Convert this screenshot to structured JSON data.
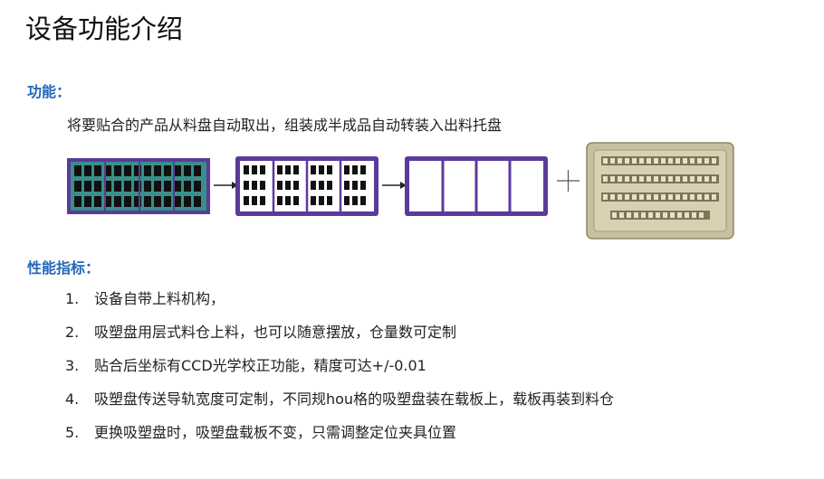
{
  "page": {
    "title": "设备功能介绍"
  },
  "function_section": {
    "heading": "功能：",
    "description": "将要贴合的产品从料盘自动取出，组装成半成品自动转装入出料托盘"
  },
  "performance_section": {
    "heading": "性能指标：",
    "items": [
      {
        "number": "1.",
        "text": "设备自带上料机构，"
      },
      {
        "number": "2.",
        "text": "吸塑盘用层式料仓上料，也可以随意摆放，仓量数可定制"
      },
      {
        "number": "3.",
        "text": "贴合后坐标有CCD光学校正功能，精度可达+/-0.01"
      },
      {
        "number": "4.",
        "text": "吸塑盘传送导轨宽度可定制，不同规hou格的吸塑盘装在载板上，载板再装到料仓"
      },
      {
        "number": "5.",
        "text": "更换吸塑盘时，吸塑盘载板不变，只需调整定位夹具位置"
      }
    ]
  },
  "colors": {
    "heading_blue": "#2466b8",
    "tray_purple": "#5b3a9c",
    "tray_teal": "#3a8f8a",
    "output_tray": "#c8bf9f"
  },
  "icons": [
    "arrow-right-icon",
    "plus-icon"
  ]
}
